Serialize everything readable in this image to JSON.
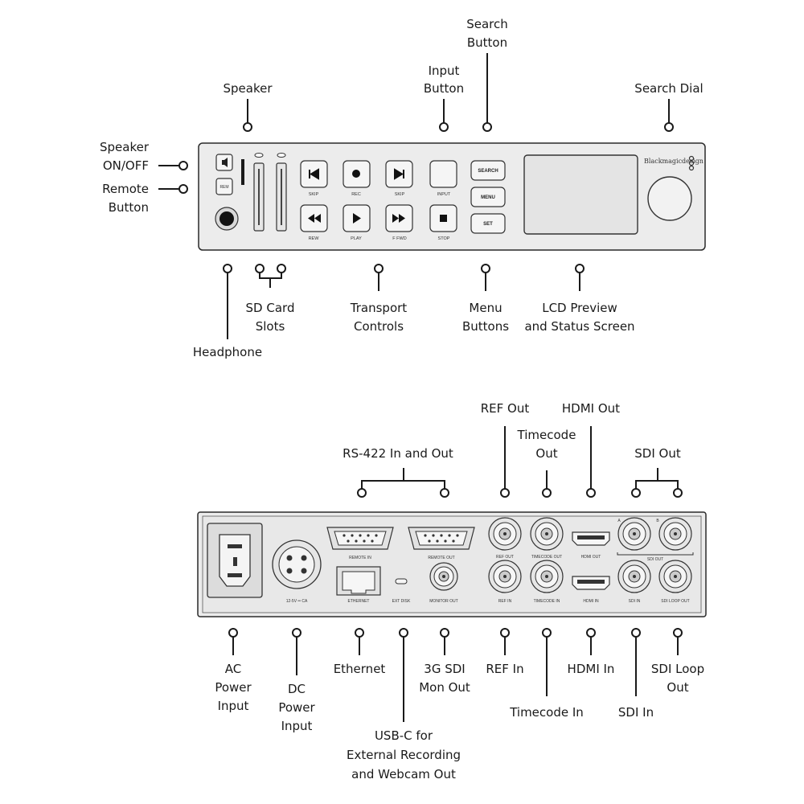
{
  "front_callouts": {
    "speaker": "Speaker",
    "search_button": [
      "Search",
      "Button"
    ],
    "input_button": [
      "Input",
      "Button"
    ],
    "search_dial": "Search Dial",
    "speaker_on_off": [
      "Speaker",
      "ON/OFF"
    ],
    "remote_button": [
      "Remote",
      "Button"
    ],
    "headphone": "Headphone",
    "sd_card_slots": [
      "SD Card",
      "Slots"
    ],
    "transport_controls": [
      "Transport",
      "Controls"
    ],
    "menu_buttons": [
      "Menu",
      "Buttons"
    ],
    "lcd_preview": [
      "LCD Preview",
      "and Status Screen"
    ]
  },
  "front_panel": {
    "rem": "REM",
    "buttons": {
      "skip_back": "SKIP",
      "rec": "REC",
      "skip_fwd": "SKIP",
      "input": "INPUT",
      "rew": "REW",
      "play": "PLAY",
      "ffwd": "F FWD",
      "stop": "STOP"
    },
    "menu": {
      "search": "SEARCH",
      "menu": "MENU",
      "set": "SET"
    },
    "brand": "Blackmagicdesign"
  },
  "rear_callouts": {
    "ref_out": "REF Out",
    "hdmi_out": "HDMI Out",
    "timecode_out": [
      "Timecode",
      "Out"
    ],
    "rs422": "RS-422 In and Out",
    "sdi_out": "SDI Out",
    "ac_power": [
      "AC",
      "Power",
      "Input"
    ],
    "dc_power": [
      "DC",
      "Power",
      "Input"
    ],
    "ethernet": "Ethernet",
    "usb_c": [
      "USB-C for",
      "External Recording",
      "and Webcam Out"
    ],
    "mon_out": [
      "3G SDI",
      "Mon Out"
    ],
    "ref_in": "REF In",
    "timecode_in": "Timecode In",
    "hdmi_in": "HDMI In",
    "sdi_in": "SDI In",
    "sdi_loop": [
      "SDI Loop",
      "Out"
    ]
  },
  "rear_panel": {
    "remote_in": "REMOTE IN",
    "remote_out": "REMOTE OUT",
    "dc_label": "12-5V ═ CA",
    "ethernet": "ETHERNET",
    "ext_disk": "EXT DISK",
    "monitor_out": "MONITOR OUT",
    "ref_out": "REF OUT",
    "timecode_out": "TIMECODE OUT",
    "hdmi_out": "HDMI OUT",
    "ref_in": "REF IN",
    "timecode_in": "TIMECODE IN",
    "hdmi_in": "HDMI IN",
    "sdi_a": "A",
    "sdi_b": "B",
    "sdi_out": "SDI OUT",
    "sdi_in": "SDI IN",
    "sdi_loop_out": "SDI LOOP OUT"
  }
}
